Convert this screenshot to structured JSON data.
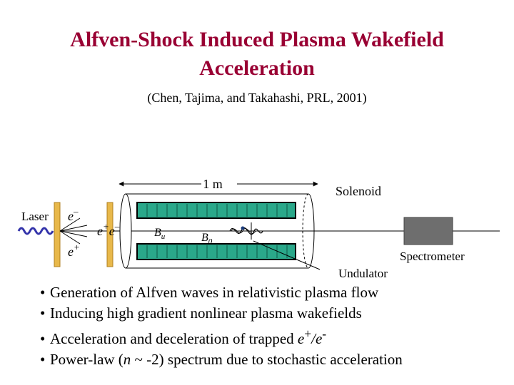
{
  "slide": {
    "title_line1": "Alfven-Shock Induced Plasma Wakefield",
    "title_line2": "Acceleration",
    "citation": "(Chen, Tajima, and Takahashi, PRL, 2001)"
  },
  "diagram": {
    "length_label": "1 m",
    "solenoid_label": "Solenoid",
    "laser_label": "Laser",
    "electron_label": "e",
    "electron_sup": "–",
    "positron_label": "e",
    "positron_sup": "+",
    "pair_e1": "e",
    "pair_sup1": "+",
    "pair_e2": "e",
    "pair_sup2": "–",
    "bu_main": "B",
    "bu_sub": "u",
    "b0_main": "B",
    "b0_sub": "0",
    "spectrometer_label": "Spectrometer",
    "undulator_label": "Undulator",
    "colors": {
      "title": "#990033",
      "target": "#e8b84a",
      "laser": "#3333aa",
      "coil_fill": "#2aa88a",
      "coil_border": "#000000",
      "spectrometer": "#6e6e6e"
    }
  },
  "bullets": {
    "b1": "Generation of Alfven waves in relativistic plasma flow",
    "b2": "Inducing high gradient nonlinear plasma wakefields",
    "b3_pre": "Acceleration and deceleration of trapped ",
    "b3_e1": "e",
    "b3_sup1": "+",
    "b3_mid": "/e",
    "b3_sup2": "-",
    "b4_pre": "Power-law (",
    "b4_n": "n",
    "b4_post": " ~ -2) spectrum due to stochastic acceleration"
  }
}
